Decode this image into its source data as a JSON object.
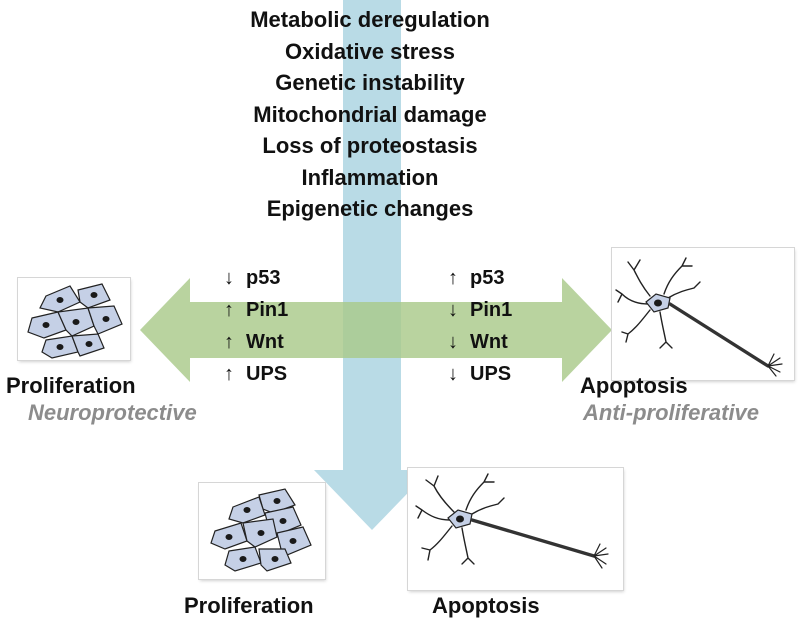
{
  "factors": [
    "Metabolic deregulation",
    "Oxidative stress",
    "Genetic instability",
    "Mitochondrial damage",
    "Loss of proteostasis",
    "Inflammation",
    "Epigenetic changes"
  ],
  "left_markers": [
    {
      "arrow": "↓",
      "label": "p53"
    },
    {
      "arrow": "↑",
      "label": "Pin1"
    },
    {
      "arrow": "↑",
      "label": "Wnt"
    },
    {
      "arrow": "↑",
      "label": "UPS"
    }
  ],
  "right_markers": [
    {
      "arrow": "↑",
      "label": "p53"
    },
    {
      "arrow": "↓",
      "label": "Pin1"
    },
    {
      "arrow": "↓",
      "label": "Wnt"
    },
    {
      "arrow": "↓",
      "label": "UPS"
    }
  ],
  "left_outcome": {
    "title": "Proliferation",
    "subtitle": "Neuroprotective"
  },
  "right_outcome": {
    "title": "Apoptosis",
    "subtitle": "Anti-proliferative"
  },
  "bottom_left_label": "Proliferation",
  "bottom_right_label": "Apoptosis",
  "colors": {
    "horizontal_arrow": "#a9c98a",
    "vertical_arrow": "#b9dbe6",
    "cell_fill": "#c5d0e6",
    "nucleus": "#1a1a1a"
  }
}
